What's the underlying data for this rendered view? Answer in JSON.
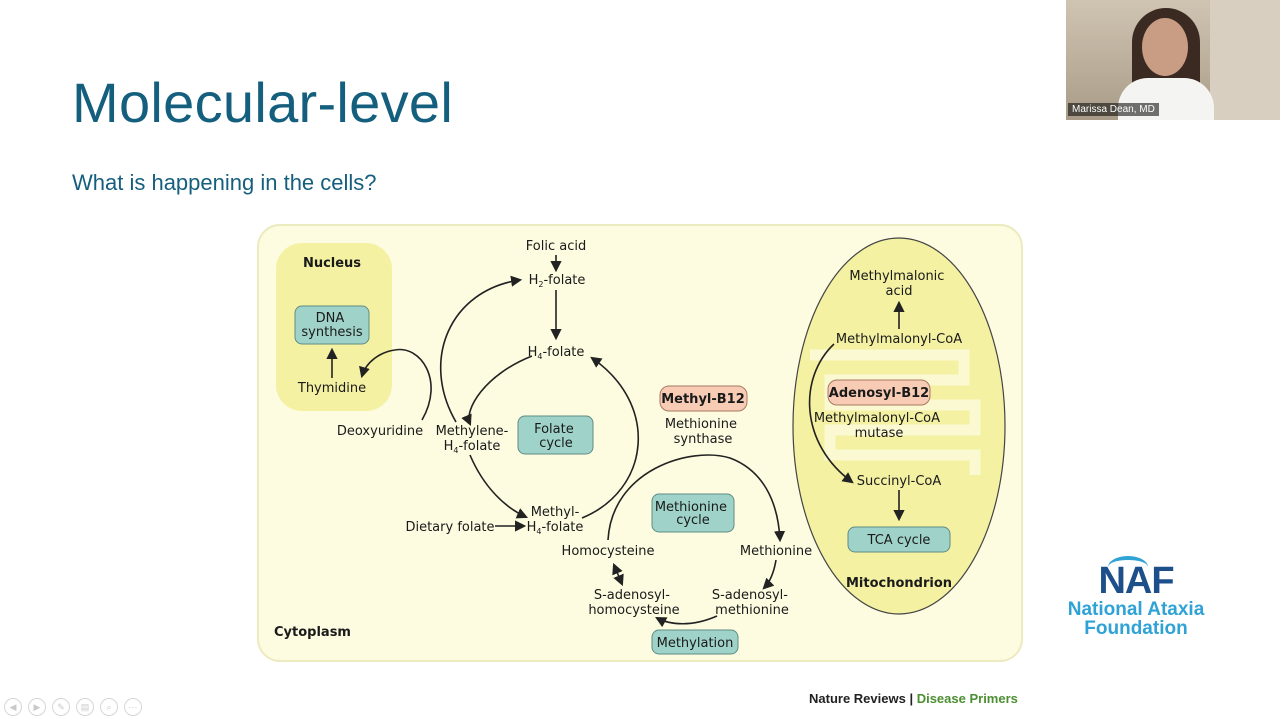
{
  "slide": {
    "title": "Molecular-level",
    "subtitle": "What is happening in the cells?"
  },
  "diagram": {
    "nucleus_label": "Nucleus",
    "dna_synthesis": [
      "DNA",
      "synthesis"
    ],
    "thymidine": "Thymidine",
    "deoxyuridine": "Deoxyuridine",
    "folic_acid": "Folic acid",
    "h2_folate": {
      "pre": "H",
      "sub": "2",
      "post": "-folate"
    },
    "h4_folate": {
      "pre": "H",
      "sub": "4",
      "post": "-folate"
    },
    "methylene": "Methylene-",
    "methylene_h4": {
      "pre": "H",
      "sub": "4",
      "post": "-folate"
    },
    "folate_cycle": [
      "Folate",
      "cycle"
    ],
    "methyl": "Methyl-",
    "methyl_h4": {
      "pre": "H",
      "sub": "4",
      "post": "-folate"
    },
    "dietary_folate": "Dietary folate",
    "methyl_b12": "Methyl-B12",
    "methionine_synthase": [
      "Methionine",
      "synthase"
    ],
    "methionine_cycle": [
      "Methionine",
      "cycle"
    ],
    "homocysteine": "Homocysteine",
    "methionine": "Methionine",
    "s_adenosyl_homocysteine": [
      "S-adenosyl-",
      "homocysteine"
    ],
    "s_adenosyl_methionine": [
      "S-adenosyl-",
      "methionine"
    ],
    "methylation": "Methylation",
    "cytoplasm_label": "Cytoplasm",
    "methylmalonic_acid": [
      "Methylmalonic",
      "acid"
    ],
    "methylmalonyl_coa": "Methylmalonyl-CoA",
    "adenosyl_b12": "Adenosyl-B12",
    "mutase": [
      "Methylmalonyl-CoA",
      "mutase"
    ],
    "succinyl_coa": "Succinyl-CoA",
    "tca_cycle": "TCA cycle",
    "mitochondrion_label": "Mitochondrion"
  },
  "credit": {
    "source": "Nature Reviews",
    "separator": " | ",
    "series": "Disease Primers"
  },
  "logo": {
    "mark": "NAF",
    "line1": "National Ataxia",
    "line2": "Foundation"
  },
  "video": {
    "participant_name": "Marissa Dean, MD"
  },
  "toolbar": [
    {
      "icon": "previous-arrow-icon",
      "glyph": "◀"
    },
    {
      "icon": "next-arrow-icon",
      "glyph": "▶"
    },
    {
      "icon": "pen-icon",
      "glyph": "✎"
    },
    {
      "icon": "slides-icon",
      "glyph": "▤"
    },
    {
      "icon": "zoom-icon",
      "glyph": "⌕"
    },
    {
      "icon": "more-options-icon",
      "glyph": "⋯"
    }
  ],
  "colors": {
    "title": "#155f7e",
    "panel_bg": "#fdfbe0",
    "compartment_bg": "#f4f1a2",
    "teal_box": "#9fd3c9",
    "salmon_box": "#f7cbb4",
    "logo_blue": "#1d4f8a",
    "logo_cyan": "#2fa2d6",
    "credit_green": "#4c8f33"
  }
}
